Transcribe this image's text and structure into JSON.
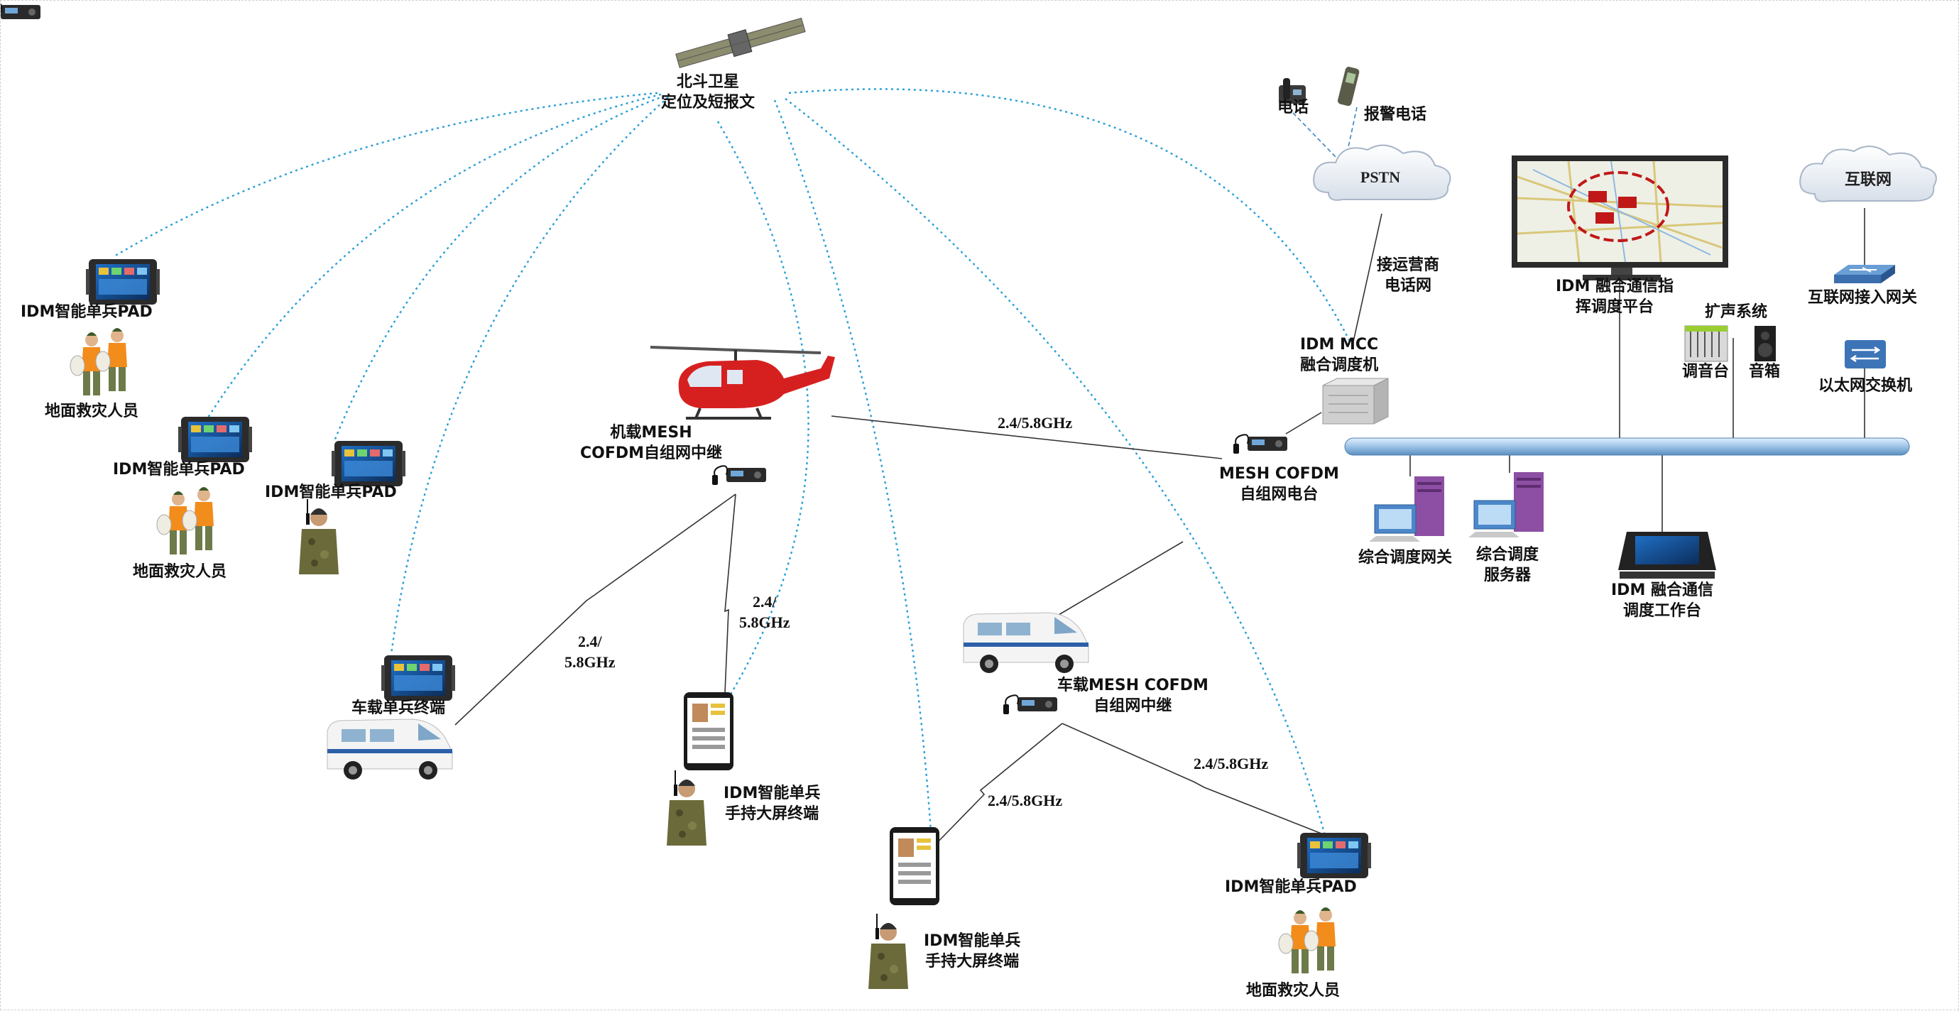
{
  "satellite": {
    "line1": "北斗卫星",
    "line2": "定位及短报文"
  },
  "phone": "电话",
  "alarm_phone": "报警电话",
  "pstn": "PSTN",
  "carrier": {
    "line1": "接运营商",
    "line2": "电话网"
  },
  "mcc": {
    "line1": "IDM MCC",
    "line2": "融合调度机"
  },
  "platform": {
    "line1": "IDM 融合通信指",
    "line2": "挥调度平台"
  },
  "internet": "互联网",
  "internet_gw": "互联网接入网关",
  "pa_system": "扩声系统",
  "mixer": "调音台",
  "speaker": "音箱",
  "ethernet_switch": "以太网交换机",
  "helicopter": {
    "line1": "机载MESH",
    "line2": "COFDM自组网中继"
  },
  "mesh_station": {
    "line1": "MESH COFDM",
    "line2": "自组网电台"
  },
  "gateway": "综合调度网关",
  "server": {
    "line1": "综合调度",
    "line2": "服务器"
  },
  "workstation": {
    "line1": "IDM 融合通信",
    "line2": "调度工作台"
  },
  "pad_1": "IDM智能单兵PAD",
  "pad_2": "IDM智能单兵PAD",
  "pad_3": "IDM智能单兵PAD",
  "pad_4": "IDM智能单兵PAD",
  "rescuers_1": "地面救灾人员",
  "rescuers_2": "地面救灾人员",
  "rescuers_3": "地面救灾人员",
  "vehicle_terminal": "车载单兵终端",
  "handheld_1": {
    "line1": "IDM智能单兵",
    "line2": "手持大屏终端"
  },
  "handheld_2": {
    "line1": "IDM智能单兵",
    "line2": "手持大屏终端"
  },
  "vehicle_relay": {
    "line1": "车载MESH COFDM",
    "line2": "自组网中继"
  },
  "freq_heli_station": "2.4/5.8GHz",
  "freq_heli_vehicle": {
    "line1": "2.4/",
    "line2": "5.8GHz"
  },
  "freq_heli_handheld": {
    "line1": "2.4/",
    "line2": "5.8GHz"
  },
  "freq_relay_handheld": "2.4/5.8GHz",
  "freq_relay_pad": "2.4/5.8GHz",
  "colors": {
    "satellite_link": "#2a9fd6",
    "bus": "#9dc3e6",
    "line": "#333333",
    "helicopter": "#d62020",
    "soldier": "#6b6a3a"
  }
}
